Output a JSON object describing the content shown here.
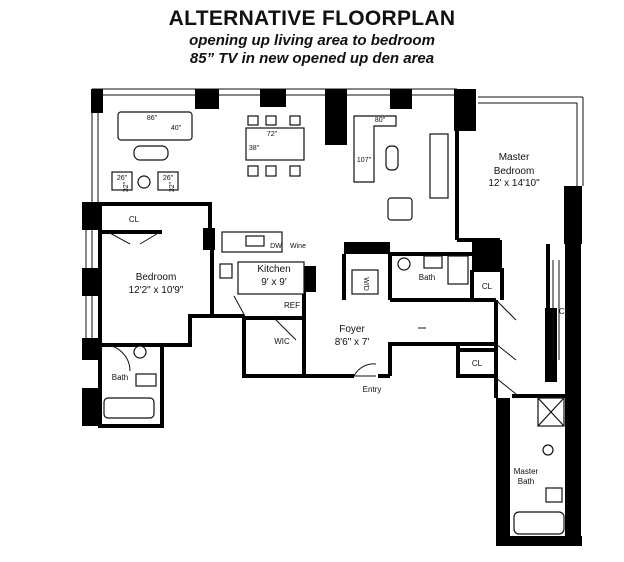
{
  "header": {
    "title": "ALTERNATIVE FLOORPLAN",
    "subtitle_1": "opening up living area to bedroom",
    "subtitle_2": "85” TV in new opened up den area"
  },
  "rooms": {
    "master_bedroom_name_1": "Master",
    "master_bedroom_name_2": "Bedroom",
    "master_bedroom_size": "12' x 14'10\"",
    "bedroom_name": "Bedroom",
    "bedroom_size": "12'2\" x 10'9\"",
    "kitchen_name": "Kitchen",
    "kitchen_size": "9' x 9'",
    "foyer_name": "Foyer",
    "foyer_size": "8'6\" x 7'",
    "bath_left": "Bath",
    "bath_center": "Bath",
    "master_bath_1": "Master",
    "master_bath_2": "Bath"
  },
  "labels": {
    "closet": "CL",
    "wic": "WIC",
    "ref": "REF",
    "dw": "DW",
    "wine": "Wine",
    "wd": "W/D",
    "entry": "Entry"
  },
  "dimensions": {
    "sofa_width": "86\"",
    "sofa_depth": "40\"",
    "table_width": "72\"",
    "table_depth": "38\"",
    "sectional_width": "80\"",
    "sectional_length": "107\"",
    "chair_left_w": "26\"",
    "chair_left_d": "32\"",
    "chair_right_w": "26\"",
    "chair_right_d": "32\""
  },
  "colors": {
    "wall": "#000000",
    "line": "#111111",
    "background": "#ffffff",
    "window": "#d8d8d8"
  }
}
